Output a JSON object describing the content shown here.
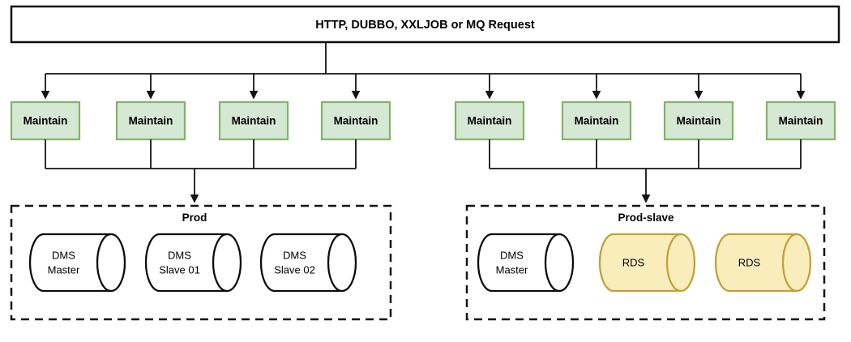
{
  "diagram": {
    "request_box": {
      "label": "HTTP, DUBBO, XXLJOB or MQ Request"
    },
    "maintain_nodes": [
      {
        "label": "Maintain"
      },
      {
        "label": "Maintain"
      },
      {
        "label": "Maintain"
      },
      {
        "label": "Maintain"
      },
      {
        "label": "Maintain"
      },
      {
        "label": "Maintain"
      },
      {
        "label": "Maintain"
      },
      {
        "label": "Maintain"
      }
    ],
    "clusters": [
      {
        "title": "Prod",
        "cylinders": [
          {
            "lines": [
              "DMS",
              "Master"
            ],
            "style": "plain"
          },
          {
            "lines": [
              "DMS",
              "Slave 01"
            ],
            "style": "plain"
          },
          {
            "lines": [
              "DMS",
              "Slave 02"
            ],
            "style": "plain"
          }
        ]
      },
      {
        "title": "Prod-slave",
        "cylinders": [
          {
            "lines": [
              "DMS",
              "Master"
            ],
            "style": "plain"
          },
          {
            "lines": [
              "RDS"
            ],
            "style": "accent"
          },
          {
            "lines": [
              "RDS"
            ],
            "style": "accent"
          }
        ]
      }
    ],
    "colors": {
      "line": "#141414",
      "node_fill": "#d5e8d4",
      "node_stroke": "#82b366",
      "plain_fill": "#ffffff",
      "plain_stroke": "#0d0d0d",
      "accent_fill": "#faedbc",
      "accent_stroke": "#c2a138",
      "box_fill": "#ffffff",
      "box_stroke": "#0d0d0d"
    }
  }
}
